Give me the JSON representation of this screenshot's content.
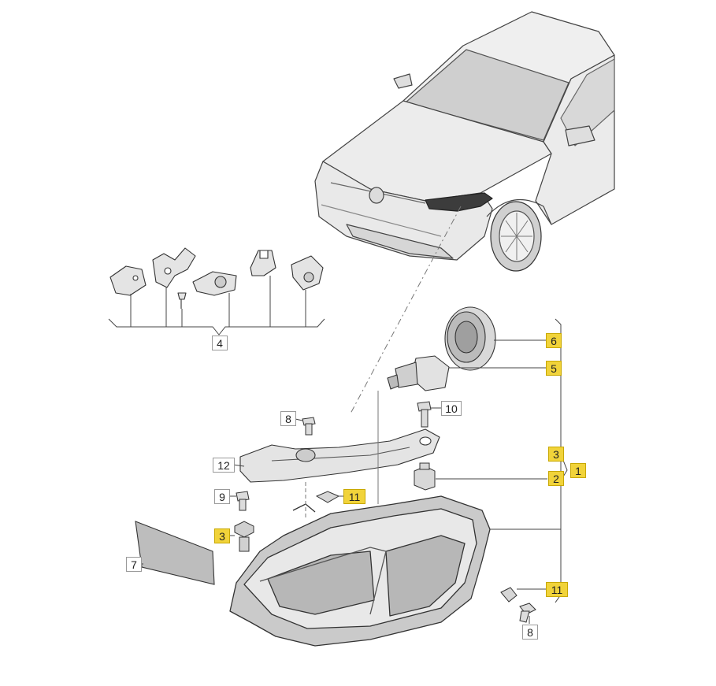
{
  "diagram": {
    "labels": [
      {
        "id": "lbl-1",
        "text": "1",
        "highlight": true
      },
      {
        "id": "lbl-2",
        "text": "2",
        "highlight": true
      },
      {
        "id": "lbl-3a",
        "text": "3",
        "highlight": true
      },
      {
        "id": "lbl-3b",
        "text": "3",
        "highlight": true
      },
      {
        "id": "lbl-4",
        "text": "4",
        "highlight": false
      },
      {
        "id": "lbl-5",
        "text": "5",
        "highlight": true
      },
      {
        "id": "lbl-6",
        "text": "6",
        "highlight": true
      },
      {
        "id": "lbl-7",
        "text": "7",
        "highlight": false
      },
      {
        "id": "lbl-8a",
        "text": "8",
        "highlight": false
      },
      {
        "id": "lbl-8b",
        "text": "8",
        "highlight": false
      },
      {
        "id": "lbl-9",
        "text": "9",
        "highlight": false
      },
      {
        "id": "lbl-10",
        "text": "10",
        "highlight": false
      },
      {
        "id": "lbl-11a",
        "text": "11",
        "highlight": true
      },
      {
        "id": "lbl-11b",
        "text": "11",
        "highlight": true
      },
      {
        "id": "lbl-12",
        "text": "12",
        "highlight": false
      }
    ],
    "colors": {
      "highlight": "#f1d33a",
      "line": "#555555",
      "part_fill": "#e6e6e6",
      "part_stroke": "#333333"
    }
  }
}
